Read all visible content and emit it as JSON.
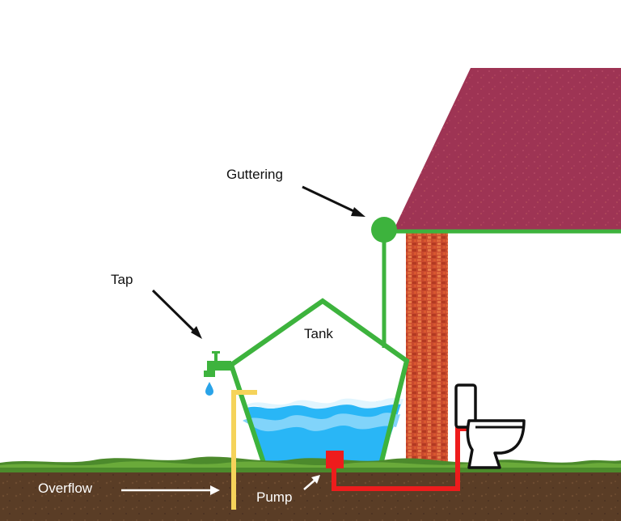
{
  "labels": {
    "guttering": "Guttering",
    "tap": "Tap",
    "tank": "Tank",
    "overflow": "Overflow",
    "pump": "Pump"
  },
  "colors": {
    "roof": "#9e3454",
    "brick": "#c0392b",
    "pipe_green": "#3db33d",
    "overflow_pipe": "#f5d35a",
    "pump_pipe": "#ee1c1c",
    "water": "#29b6f6",
    "soil": "#5a3d26",
    "grass": "#4c8a2c"
  }
}
